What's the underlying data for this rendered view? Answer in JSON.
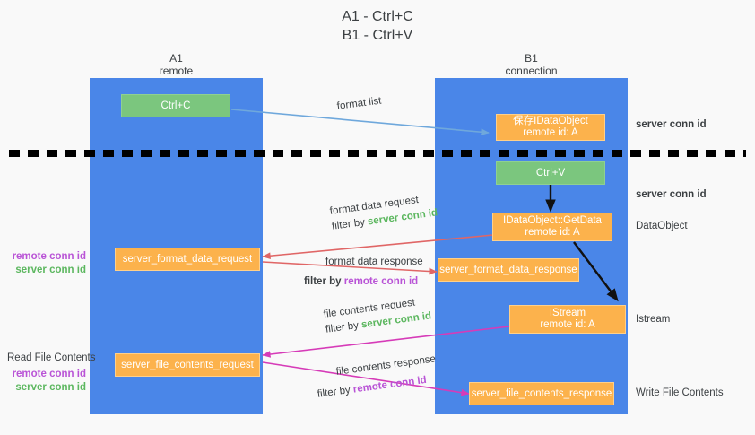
{
  "title": "A1 - Ctrl+C\nB1 - Ctrl+V",
  "lanes": [
    {
      "name": "A1",
      "sub": "remote",
      "header": "A1\nremote"
    },
    {
      "name": "B1",
      "sub": "connection",
      "header": "B1\nconnection"
    }
  ],
  "colors": {
    "lane": "#4a86e8",
    "green_box": "#7bc67e",
    "orange_box": "#fcb24c",
    "server_conn": "#5cb75f",
    "remote_conn": "#b954d6",
    "arrow_blue": "#6fa8dc",
    "arrow_red": "#e06666",
    "arrow_magenta": "#d63bb8",
    "arrow_black": "#000000",
    "background": "#f9f9f9"
  },
  "boxes": {
    "ctrl_c": "Ctrl+C",
    "ctrl_v": "Ctrl+V",
    "save_idataobject": "保存IDataObject\nremote id: A",
    "idataobject_getdata": "IDataObject::GetData\nremote id: A",
    "istream": "IStream\nremote id: A",
    "server_format_data_request": "server_format_data_request",
    "server_format_data_response": "server_format_data_response",
    "server_file_contents_request": "server_file_contents_request",
    "server_file_contents_response": "server_file_contents_response"
  },
  "edge_labels": {
    "format_list": "format list",
    "format_data_request": "format data request",
    "format_data_response": "format data response",
    "file_contents_request": "file contents request",
    "file_contents_response": "file contents response",
    "filter_by": "filter by ",
    "server_conn_id": "server conn id",
    "remote_conn_id": "remote conn id"
  },
  "right_labels": [
    {
      "text": "server conn id",
      "kind": "server"
    },
    {
      "text": "server conn id",
      "kind": "server"
    },
    {
      "text": "DataObject",
      "kind": "plain"
    },
    {
      "text": "Istream",
      "kind": "plain"
    },
    {
      "text": "Write File Contents",
      "kind": "plain"
    }
  ],
  "left_labels": {
    "group_top": {
      "remote": "remote conn id",
      "server": "server conn id"
    },
    "read_file_contents": "Read File Contents",
    "group_bottom": {
      "remote": "remote conn id",
      "server": "server conn id"
    }
  }
}
